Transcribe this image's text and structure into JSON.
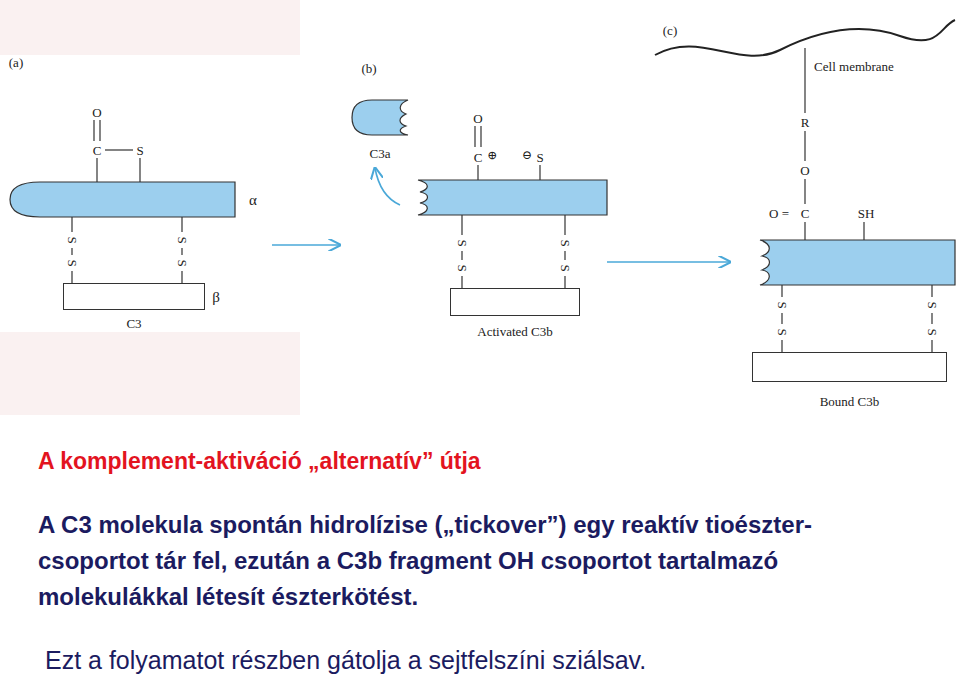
{
  "diagram": {
    "title": "A komplement-aktiváció „alternatív” útja",
    "nodes": [
      {
        "text": [
          "C3"
        ]
      },
      {
        "text": [
          "Activated C3b"
        ]
      },
      {
        "text": [
          "Bound C3b"
        ]
      },
      {
        "text": [
          "C3a"
        ]
      }
    ],
    "labels": [
      "(a)",
      "O",
      "C",
      "S",
      "α",
      "S",
      "S",
      "S",
      "S",
      "β",
      "(b)",
      "O",
      "C",
      "⊕",
      "⊖",
      "S",
      "S",
      "S",
      "S",
      "S",
      "(c)",
      "Cell membrane",
      "R",
      "O",
      "O =",
      "C",
      "SH",
      "S",
      "S",
      "S",
      "S",
      "A C3 molekula spontán hidrolízise („tickover”) egy reaktív tioészter-csoportot tár fel, ezután a C3b fragment OH csoportot tartalmazó molekulákkal létesít észterkötést.",
      "Ezt a folyamatot részben gátolja a sejtfelszíni sziálsav."
    ]
  }
}
